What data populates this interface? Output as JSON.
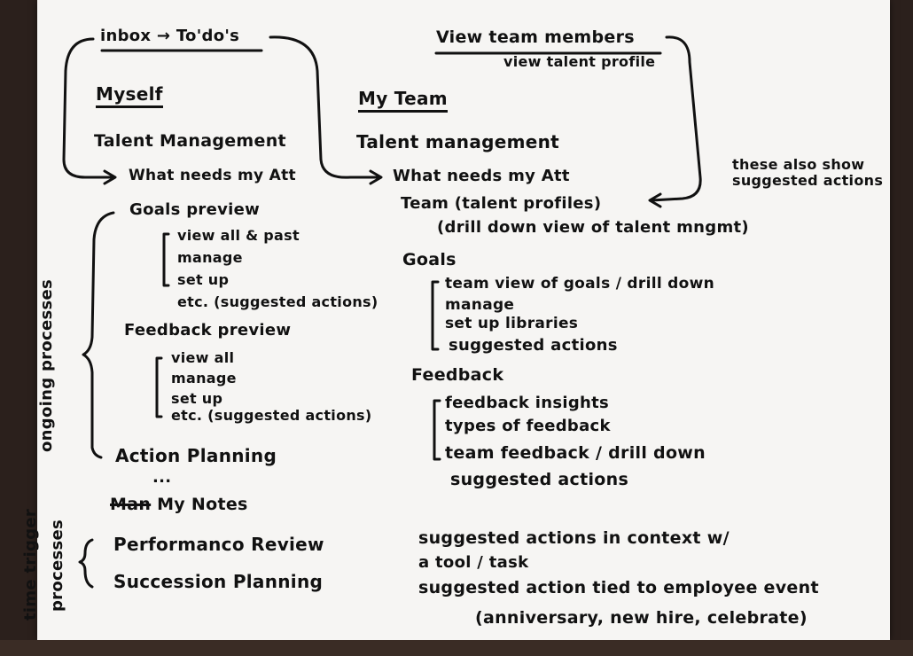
{
  "myself": {
    "inbox_flow": "inbox → To'do's",
    "heading": "Myself",
    "talent_management": "Talent Management",
    "what_needs_attention": "What needs my Att",
    "goals_preview": "Goals preview",
    "goals_items": [
      "view all & past",
      "manage",
      "set up",
      "etc. (suggested actions)"
    ],
    "feedback_preview": "Feedback preview",
    "feedback_items": [
      "view all",
      "manage",
      "set up",
      "etc. (suggested actions)"
    ],
    "action_planning": "Action Planning",
    "ellipsis": "...",
    "my_notes_struck": "Man",
    "my_notes": "My Notes",
    "performance_review": "Performanco Review",
    "succession_planning": "Succession Planning"
  },
  "side_labels": {
    "ongoing": "ongoing processes",
    "time_trigger_1": "time trigger",
    "time_trigger_2": "processes"
  },
  "team": {
    "view_team_members": "View team members",
    "view_talent_profile": "view talent profile",
    "heading": "My Team",
    "talent_management": "Talent management",
    "what_needs_attention": "What needs my Att",
    "team_profiles": "Team (talent profiles)",
    "drill_down": "(drill down view of talent mngmt)",
    "note_line1": "these also show",
    "note_line2": "suggested actions",
    "goals": "Goals",
    "goals_items": [
      "team view of goals / drill down",
      "manage",
      "set up libraries",
      "suggested actions"
    ],
    "feedback": "Feedback",
    "feedback_items": [
      "feedback insights",
      "types of feedback",
      "team feedback / drill down"
    ],
    "feedback_suggested": "suggested actions",
    "context_line1": "suggested actions in context w/",
    "context_line2": "a tool / task",
    "event_line1": "suggested action tied to employee event",
    "event_line2": "(anniversary, new hire, celebrate)"
  }
}
